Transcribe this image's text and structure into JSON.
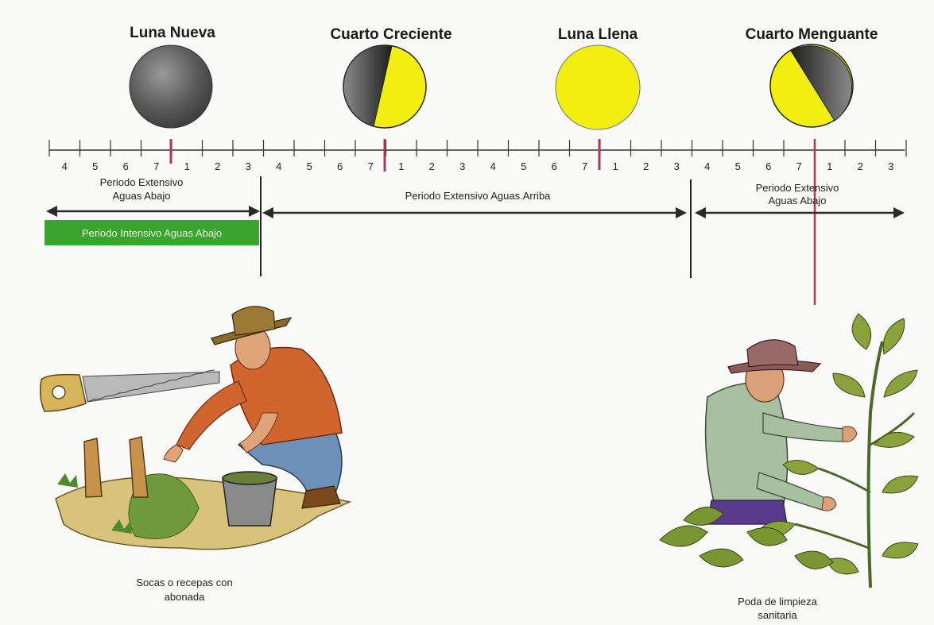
{
  "phases": [
    {
      "name": "Luna Nueva"
    },
    {
      "name": "Cuarto Creciente"
    },
    {
      "name": "Luna Llena"
    },
    {
      "name": "Cuarto Menguante"
    }
  ],
  "timeline": {
    "day_labels": [
      "4",
      "5",
      "6",
      "7",
      "1",
      "2",
      "3",
      "4",
      "5",
      "6",
      "7",
      "1",
      "2",
      "3",
      "4",
      "5",
      "6",
      "7",
      "1",
      "2",
      "3",
      "4",
      "5",
      "6",
      "7",
      "1",
      "2",
      "3"
    ]
  },
  "periods": {
    "left_extensive": {
      "line1": "Periodo Extensivo",
      "line2": "Aguas Abajo"
    },
    "middle_extensive": "Periodo Extensivo Aguas.Arriba",
    "right_extensive": {
      "line1": "Periodo Extensivo",
      "line2": "Aguas Abajo"
    },
    "intensive": "Periodo Intensivo Aguas Abajo"
  },
  "captions": {
    "left": {
      "line1": "Socas o recepas con",
      "line2": "abonada"
    },
    "right": {
      "line1": "Poda de limpieza",
      "line2": "sanitaria"
    }
  },
  "colors": {
    "moon_yellow": "#f2ee10",
    "moon_dark": "#4a4a4a",
    "phase_marker": "#a83a5a",
    "intensive_green": "#3aa52e",
    "arrow": "#2a2a2a"
  }
}
